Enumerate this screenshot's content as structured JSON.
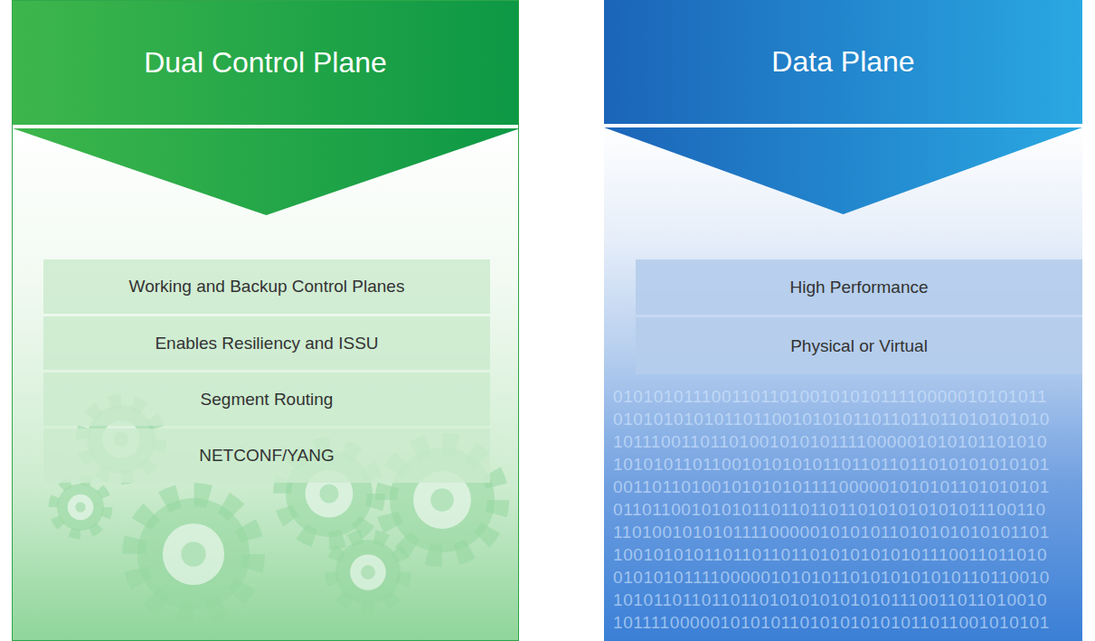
{
  "diagram": {
    "nodes": [
      {
        "text": [
          "Dual Control Plane"
        ]
      },
      {
        "text": [
          "Working and Backup Control Planes"
        ],
        "in": 0
      },
      {
        "text": [
          "Enables Resiliency and ISSU"
        ],
        "in": 0
      },
      {
        "text": [
          "Segment Routing"
        ],
        "in": 0
      },
      {
        "text": [
          "NETCONF/YANG"
        ],
        "in": 0
      },
      {
        "text": [
          "Data Plane"
        ]
      },
      {
        "text": [
          "High Performance"
        ],
        "in": 5
      },
      {
        "text": [
          "Physical or Virtual"
        ],
        "in": 5
      }
    ],
    "labels": [
      "01010101110011011010010101011110000010101011",
      "01010101010110110010101011011011011010101010",
      "10111001101101001010101111000001010101101010",
      "10101011011001010101011011011011010101010101",
      "00110110100101010101111000001010101101010101",
      "01101100101010110110110110101010101011100110",
      "11010010101011110000010101011010101010101101",
      "10010101011011011011010101010101110011011010",
      "01010101111000001010101101010101010110110010",
      "10101101101101101010101010101110011011010010",
      "10111100000101010110101010101011011001010101"
    ]
  }
}
